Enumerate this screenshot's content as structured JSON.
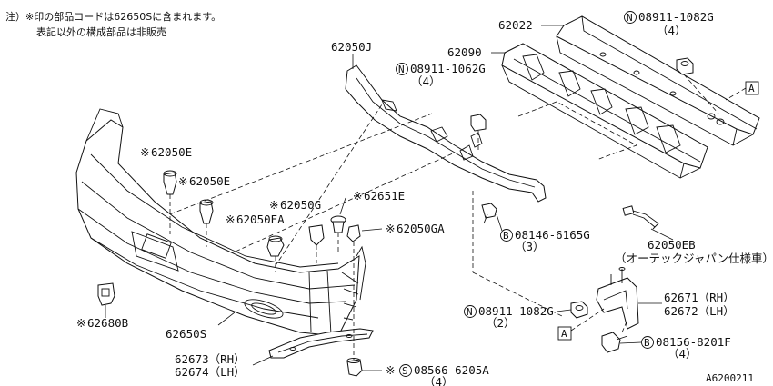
{
  "notes": {
    "line1": "注）※印の部品コードは62650Sに含まれます。",
    "line2": "表記以外の構成部品は非販売"
  },
  "parts": {
    "p62022": "62022",
    "p08911_top": "08911-1082G",
    "p08911_top_qty": "（4）",
    "p62090": "62090",
    "p62050J": "62050J",
    "p08911_mid": "08911-1062G",
    "p08911_mid_qty": "（4）",
    "p62050E_a": "62050E",
    "p62050E_b": "62050E",
    "p62050G": "62050G",
    "p62651E": "62651E",
    "p62050EA": "62050EA",
    "p62050GA": "62050GA",
    "p08146": "08146-6165G",
    "p08146_qty": "（3）",
    "p62050EB": "62050EB",
    "p62050EB_note": "（オーテックジャパン仕様車）",
    "p62671": "62671（RH）",
    "p62672": "62672（LH）",
    "p08911_low": "08911-1082G",
    "p08911_low_qty": "（2）",
    "p08156": "08156-8201F",
    "p08156_qty": "（4）",
    "p62680B": "62680B",
    "p62650S": "62650S",
    "p62673": "62673（RH）",
    "p62674": "62674（LH）",
    "p08566": "08566-6205A",
    "p08566_qty": "（4）"
  },
  "markers": {
    "star": "※",
    "n": "N",
    "b": "B",
    "s": "S",
    "ref_a": "A"
  },
  "figure_code": "A6200211",
  "icons": [
    "asterisk-mark",
    "circle-n-symbol",
    "circle-b-symbol",
    "circle-s-symbol",
    "boxed-a-reference"
  ]
}
